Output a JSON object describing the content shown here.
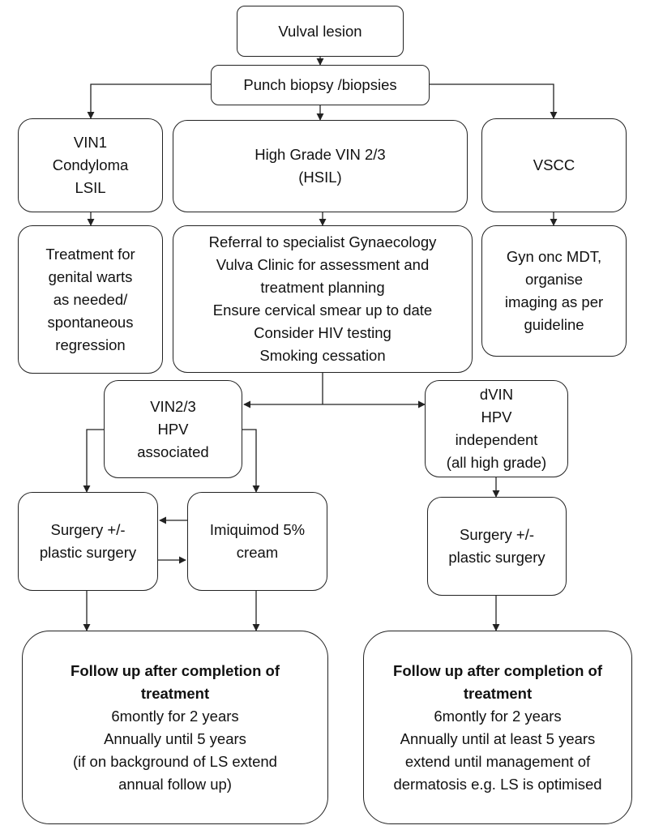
{
  "colors": {
    "line": "#222222",
    "box_border": "#222222",
    "text": "#111111",
    "background": "#ffffff"
  },
  "nodes": {
    "vulval_lesion": {
      "lines": [
        "Vulval lesion"
      ]
    },
    "punch_biopsy": {
      "lines": [
        "Punch biopsy /biopsies"
      ]
    },
    "vin1": {
      "lines": [
        "VIN1",
        "Condyloma",
        "LSIL"
      ]
    },
    "high_grade": {
      "lines": [
        "High Grade VIN 2/3",
        "(HSIL)"
      ]
    },
    "vscc": {
      "lines": [
        "VSCC"
      ]
    },
    "genital_warts": {
      "lines": [
        "Treatment for",
        "genital warts",
        "as needed/",
        "spontaneous",
        "regression"
      ]
    },
    "referral": {
      "lines": [
        "Referral to specialist Gynaecology",
        "Vulva Clinic for assessment and",
        "treatment planning",
        "Ensure cervical smear up to date",
        "Consider HIV testing",
        "Smoking cessation"
      ]
    },
    "gyn_onc": {
      "lines": [
        "Gyn onc MDT,",
        "organise",
        "imaging as per",
        "guideline"
      ]
    },
    "vin23_hpv": {
      "lines": [
        "VIN2/3",
        "HPV",
        "associated"
      ]
    },
    "dvin": {
      "lines": [
        "dVIN",
        "HPV",
        "independent",
        "(all high grade)"
      ]
    },
    "surgery_left": {
      "lines": [
        "Surgery +/-",
        "plastic surgery"
      ]
    },
    "imiquimod": {
      "lines": [
        "Imiquimod 5%",
        "cream"
      ]
    },
    "surgery_right": {
      "lines": [
        "Surgery +/-",
        "plastic surgery"
      ]
    },
    "followup_left": {
      "heading": [
        "Follow up after completion of",
        "treatment"
      ],
      "lines": [
        "6montly for 2 years",
        "Annually until 5 years",
        "(if on background of LS extend",
        "annual follow up)"
      ]
    },
    "followup_right": {
      "heading": [
        "Follow up after completion of",
        "treatment"
      ],
      "lines": [
        "6montly for 2 years",
        "Annually until at least 5 years",
        "extend until management of",
        "dermatosis e.g. LS is optimised"
      ]
    }
  }
}
